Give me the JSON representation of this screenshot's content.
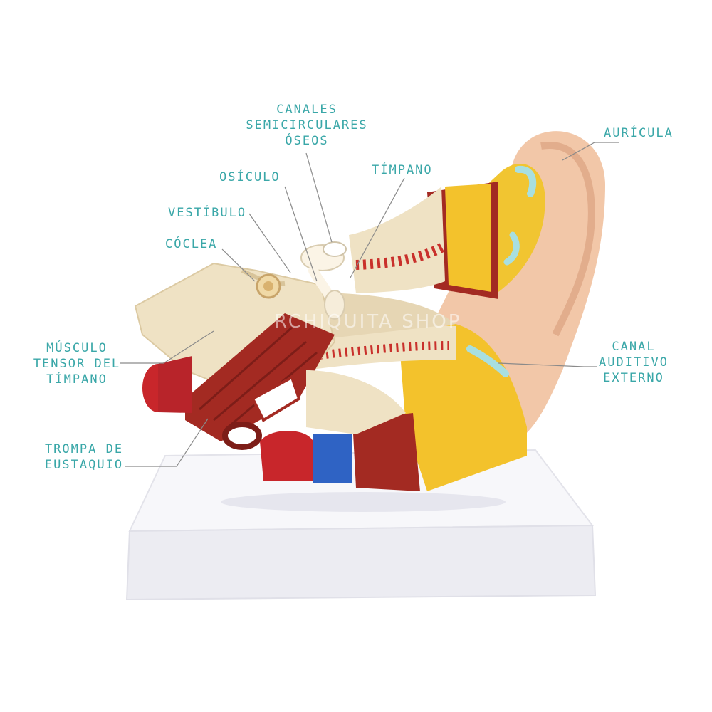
{
  "labels": {
    "canales": "CANALES\nSEMICIRCULARES\nÓSEOS",
    "osiculo": "OSÍCULO",
    "timpano": "TÍMPANO",
    "vestibulo": "VESTÍBULO",
    "coclea": "CÓCLEA",
    "auricula": "AURÍCULA",
    "musculo": "MÚSCULO\nTENSOR DEL\nTÍMPANO",
    "canal_auditivo": "CANAL\nAUDITIVO\nEXTERNO",
    "trompa": "TROMPA DE\nEUSTAQUIO"
  },
  "watermark": "RCHIQUITA SHOP",
  "colors": {
    "label_text": "#3aa7a8",
    "leader_line": "#8a8a8a",
    "bone": "#efe2c4",
    "muscle": "#a32a22",
    "cartilage": "#f3c22c",
    "skin": "#f2c7a8",
    "vein": "#2f63c4",
    "base": "#f3f3f7"
  }
}
